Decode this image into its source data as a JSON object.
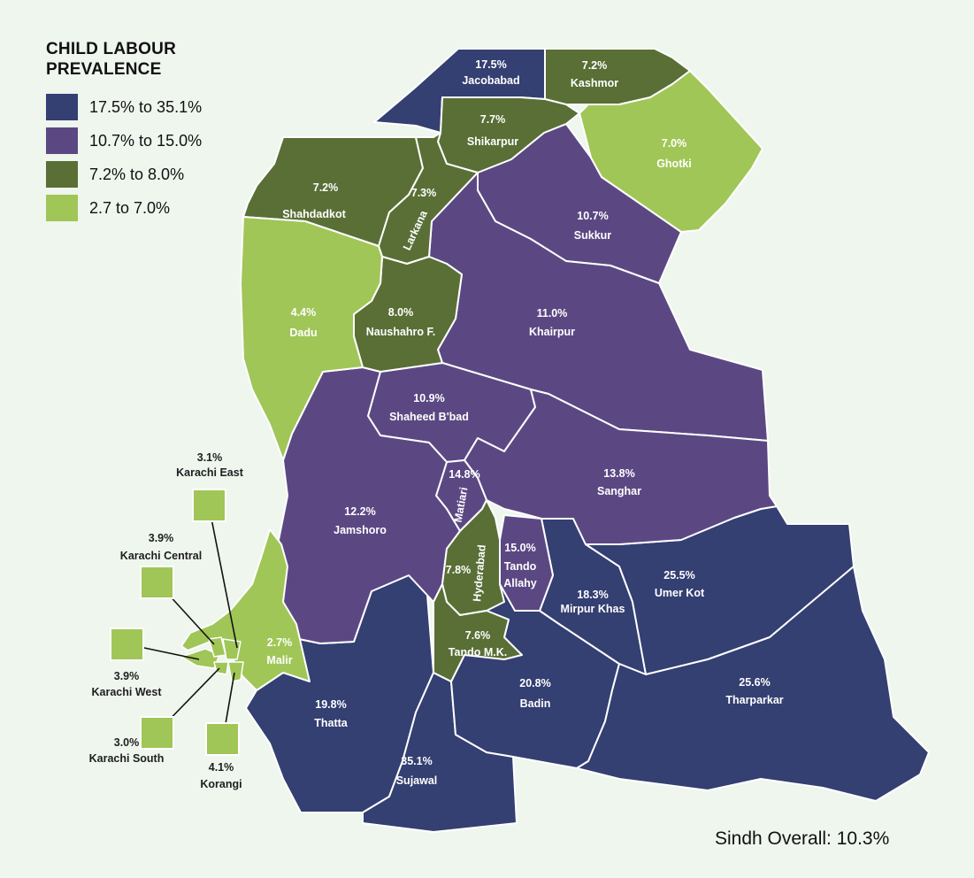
{
  "legend": {
    "title_line1": "CHILD LABOUR",
    "title_line2": "PREVALENCE",
    "items": [
      {
        "label": "17.5% to 35.1%",
        "color": "#343f72"
      },
      {
        "label": "10.7% to 15.0%",
        "color": "#5b4883"
      },
      {
        "label": "7.2% to 8.0%",
        "color": "#596f36"
      },
      {
        "label": "2.7 to 7.0%",
        "color": "#a0c657"
      }
    ]
  },
  "overall": "Sindh Overall: 10.3%",
  "districts": {
    "jacobabad": {
      "name": "Jacobabad",
      "value": "17.5%"
    },
    "kashmor": {
      "name": "Kashmor",
      "value": "7.2%"
    },
    "shikarpur": {
      "name": "Shikarpur",
      "value": "7.7%"
    },
    "ghotki": {
      "name": "Ghotki",
      "value": "7.0%"
    },
    "shahdadkot": {
      "name": "Shahdadkot",
      "value": "7.2%"
    },
    "larkana": {
      "name": "Larkana",
      "value": "7.3%"
    },
    "sukkur": {
      "name": "Sukkur",
      "value": "10.7%"
    },
    "dadu": {
      "name": "Dadu",
      "value": "4.4%"
    },
    "naushahro": {
      "name": "Naushahro F.",
      "value": "8.0%"
    },
    "khairpur": {
      "name": "Khairpur",
      "value": "11.0%"
    },
    "shaheed": {
      "name": "Shaheed B'bad",
      "value": "10.9%"
    },
    "sanghar": {
      "name": "Sanghar",
      "value": "13.8%"
    },
    "matiari": {
      "name": "Matiari",
      "value": "14.8%"
    },
    "jamshoro": {
      "name": "Jamshoro",
      "value": "12.2%"
    },
    "hyderabad": {
      "name": "Hyderabad",
      "value": "7.8%"
    },
    "tando_allahyar": {
      "name_line1": "Tando",
      "name_line2": "Allahy",
      "value": "15.0%"
    },
    "mirpur_khas": {
      "name": "Mirpur Khas",
      "value": "18.3%"
    },
    "umer_kot": {
      "name": "Umer Kot",
      "value": "25.5%"
    },
    "malir": {
      "name": "Malir",
      "value": "2.7%"
    },
    "tando_mk": {
      "name": "Tando M.K.",
      "value": "7.6%"
    },
    "badin": {
      "name": "Badin",
      "value": "20.8%"
    },
    "tharparkar": {
      "name": "Tharparkar",
      "value": "25.6%"
    },
    "thatta": {
      "name": "Thatta",
      "value": "19.8%"
    },
    "sujawal": {
      "name": "Sujawal",
      "value": "35.1%"
    },
    "karachi_east": {
      "name": "Karachi East",
      "value": "3.1%"
    },
    "karachi_central": {
      "name": "Karachi Central",
      "value": "3.9%"
    },
    "karachi_west": {
      "name": "Karachi West",
      "value": "3.9%"
    },
    "karachi_south": {
      "name": "Karachi South",
      "value": "3.0%"
    },
    "korangi": {
      "name": "Korangi",
      "value": "4.1%"
    }
  }
}
